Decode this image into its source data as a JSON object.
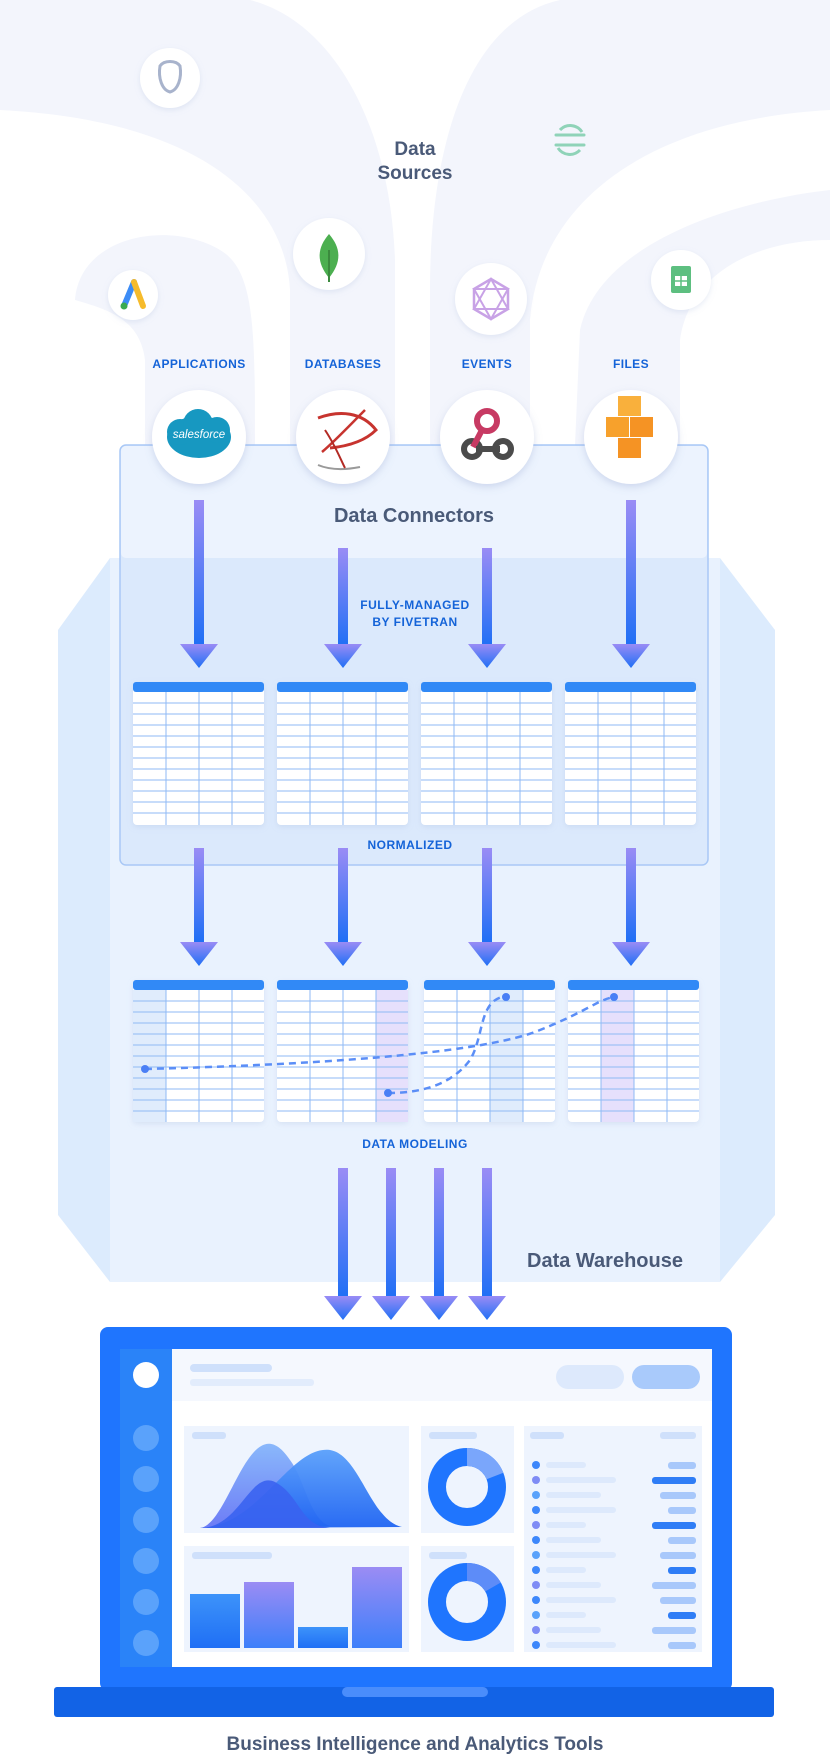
{
  "diagram": {
    "data_sources_title": "Data\nSources",
    "source_categories": [
      "APPLICATIONS",
      "DATABASES",
      "EVENTS",
      "FILES"
    ],
    "connectors_title": "Data Connectors",
    "managed_label": "FULLY-MANAGED\nBY FIVETRAN",
    "normalized_label": "NORMALIZED",
    "modeling_label": "DATA MODELING",
    "warehouse_title": "Data Warehouse",
    "bi_title": "Business Intelligence and Analytics Tools",
    "connector_logos": [
      "salesforce",
      "sql-server",
      "webhook",
      "aws-s3"
    ],
    "connector_logo_text": "salesforce",
    "floating_icons": [
      "postgresql-icon",
      "segment-icon",
      "mongodb-icon",
      "adwords-icon",
      "graphql-icon",
      "sheets-icon"
    ]
  },
  "colors": {
    "accent": "#1f75fe",
    "accent_dark": "#0b5ce0",
    "purple": "#9b8cf4",
    "title_text": "#4a5a78",
    "label_text": "#1463d8",
    "panel_light": "#e7f0fd"
  }
}
